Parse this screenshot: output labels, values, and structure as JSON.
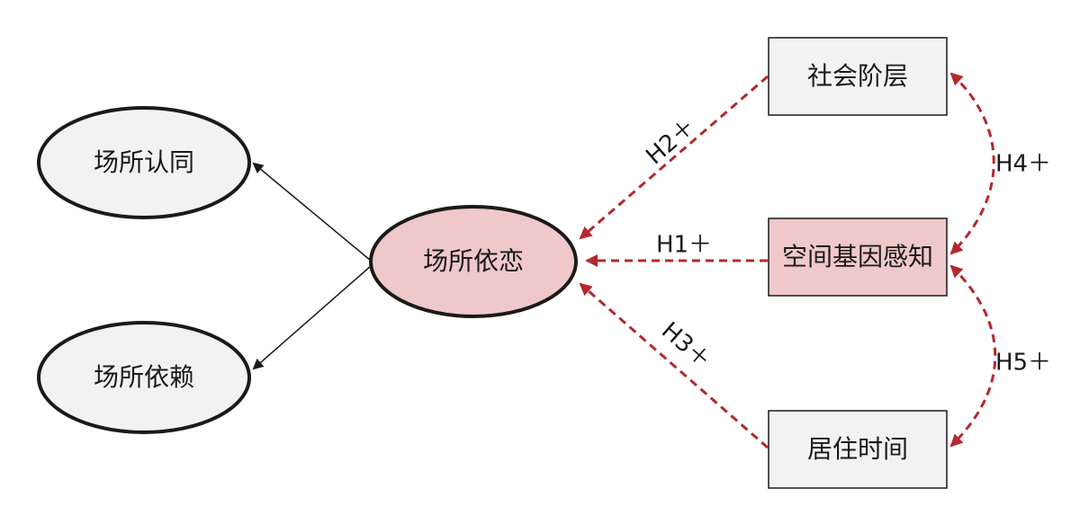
{
  "colors": {
    "accent_red": "#b5282e",
    "ellipse_fill": "#f2f2f2",
    "highlight_fill": "#efc8c9",
    "box_fill": "#f2f2f2",
    "stroke": "#1a1a1a"
  },
  "nodes": {
    "place_identity": "场所认同",
    "place_dependence": "场所依赖",
    "place_attachment": "场所依恋",
    "social_class": "社会阶层",
    "spatial_gene_perception": "空间基因感知",
    "residence_time": "居住时间"
  },
  "edges": {
    "h1": "H1＋",
    "h2": "H2＋",
    "h3": "H3＋",
    "h4": "H4＋",
    "h5": "H5＋"
  }
}
